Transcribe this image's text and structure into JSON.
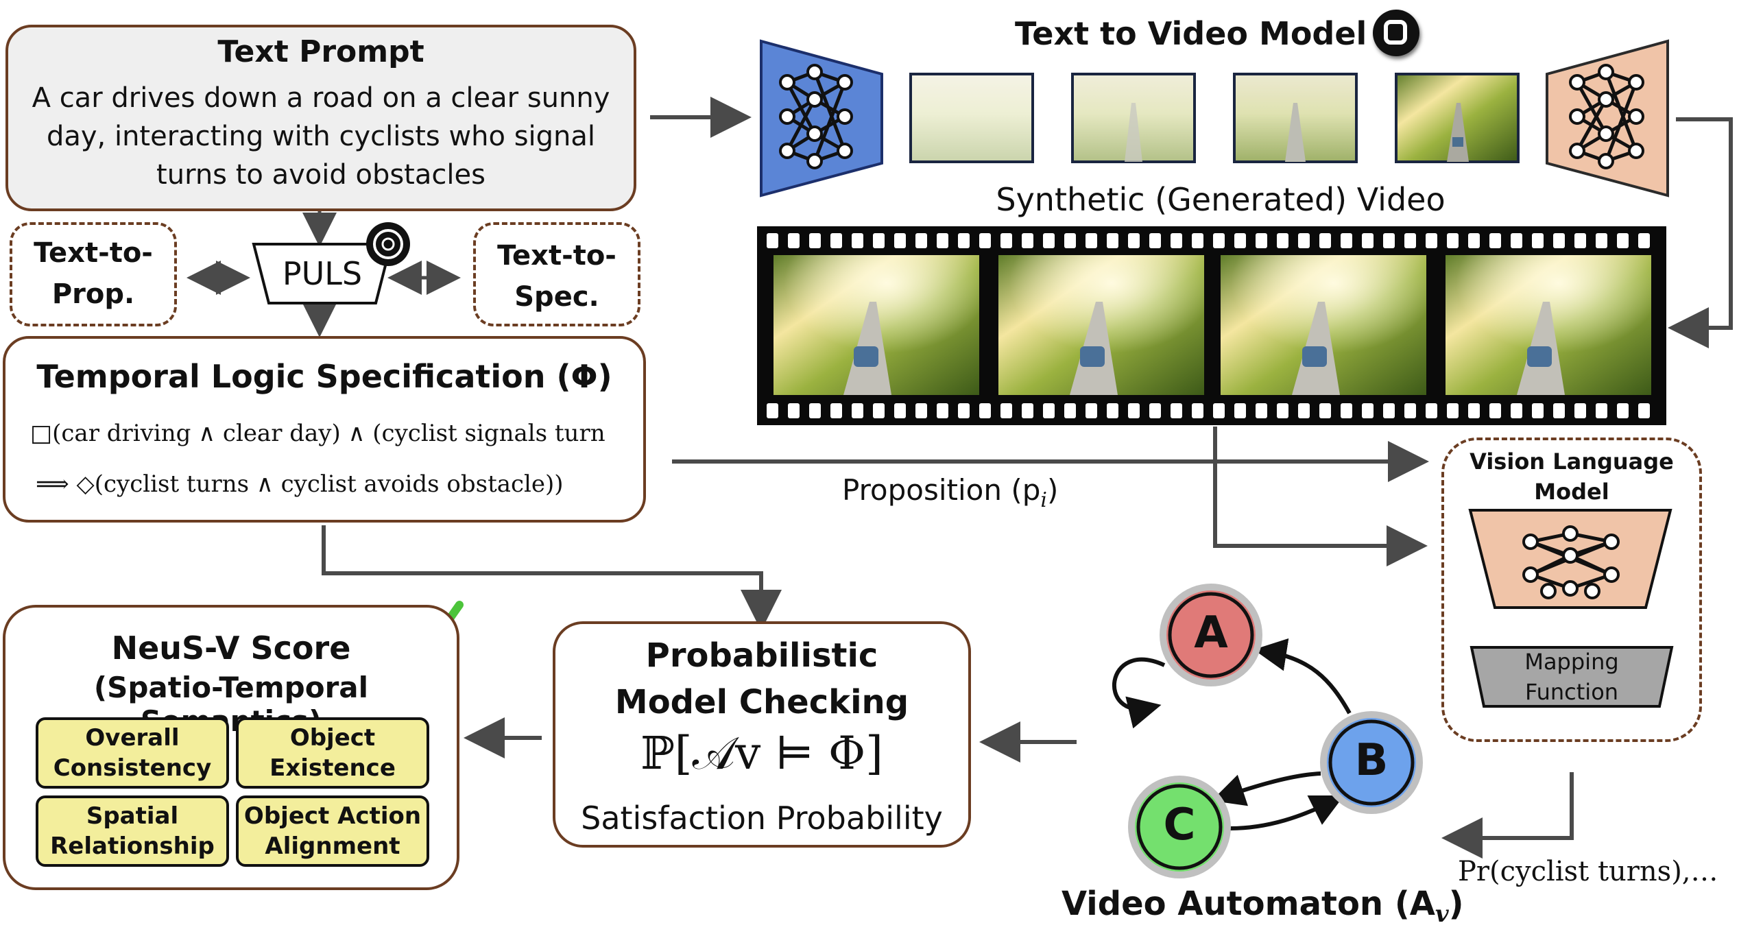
{
  "text_prompt": {
    "title": "Text Prompt",
    "line1": "A car drives down a road on a clear sunny",
    "line2": "day, interacting with cyclists who signal",
    "line3": "turns to avoid obstacles"
  },
  "puls": {
    "label": "PULS",
    "left_line1": "Text-to-",
    "left_line2": "Prop.",
    "right_line1": "Text-to-",
    "right_line2": "Spec."
  },
  "spec": {
    "title": "Temporal Logic Specification (Φ)",
    "line1": "□(car driving ∧ clear day) ∧ (cyclist signals turn",
    "line2": "⟹ ◇(cyclist turns ∧ cyclist avoids obstacle))"
  },
  "t2v": {
    "title": "Text to Video Model",
    "synthetic_label": "Synthetic (Generated) Video"
  },
  "proposition_label": "Proposition (p",
  "proposition_sub": "i",
  "vlm": {
    "title_line1": "Vision Language",
    "title_line2": "Model",
    "mapping_line1": "Mapping",
    "mapping_line2": "Function"
  },
  "pr_label": "Pr(cyclist turns),…",
  "automaton": {
    "states": [
      "A",
      "B",
      "C"
    ],
    "label": "Video Automaton (A",
    "label_sub": "v",
    "state_colors": {
      "A": "#e07a78",
      "B": "#6da2ec",
      "C": "#74e06e"
    }
  },
  "pmc": {
    "title_line1": "Probabilistic",
    "title_line2": "Model Checking",
    "formula": "ℙ[𝒜v ⊨ Φ]",
    "satisfaction": "Satisfaction Probability"
  },
  "score": {
    "title": "NeuS-V Score",
    "subtitle": "(Spatio-Temporal Semantics)",
    "metrics": [
      {
        "line1": "Overall",
        "line2": "Consistency"
      },
      {
        "line1": "Object",
        "line2": "Existence"
      },
      {
        "line1": "Spatial",
        "line2": "Relationship"
      },
      {
        "line1": "Object Action",
        "line2": "Alignment"
      }
    ]
  },
  "colors": {
    "border_brown": "#6b3d22",
    "encoder_blue": "#5b85d6",
    "decoder_peach": "#f0c4a8",
    "metric_yellow": "#f3ee9c",
    "check_green": "#4cc43a"
  }
}
